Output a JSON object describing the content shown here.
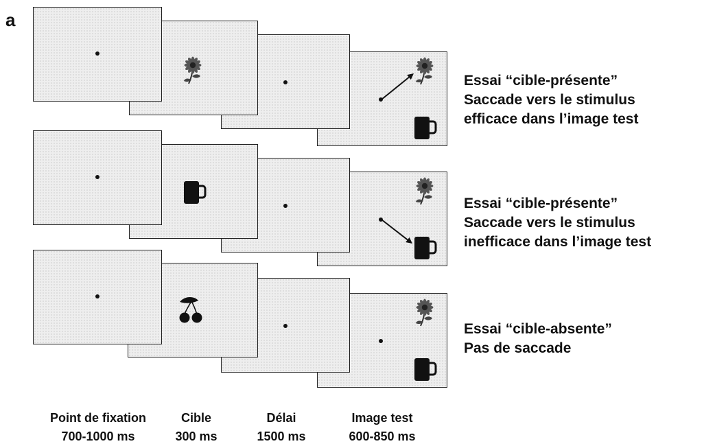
{
  "panel_label": "a",
  "rows": [
    {
      "description": [
        "Essai “cible-présente”",
        "Saccade vers le stimulus",
        "efficace dans l’image test"
      ],
      "cue_icon": "flower-icon",
      "saccade_target": "flower-icon"
    },
    {
      "description": [
        "Essai “cible-présente”",
        "Saccade vers le stimulus",
        "inefficace dans l’image test"
      ],
      "cue_icon": "mug-icon",
      "saccade_target": "mug-icon"
    },
    {
      "description": [
        "Essai “cible-absente”",
        "Pas de saccade"
      ],
      "cue_icon": "cherries-icon",
      "saccade_target": ""
    }
  ],
  "timeline": [
    {
      "name": "Point de fixation",
      "duration": "700-1000 ms"
    },
    {
      "name": "Cible",
      "duration": "300 ms"
    },
    {
      "name": "Délai",
      "duration": "1500 ms"
    },
    {
      "name": "Image test",
      "duration": "600-850 ms"
    }
  ]
}
